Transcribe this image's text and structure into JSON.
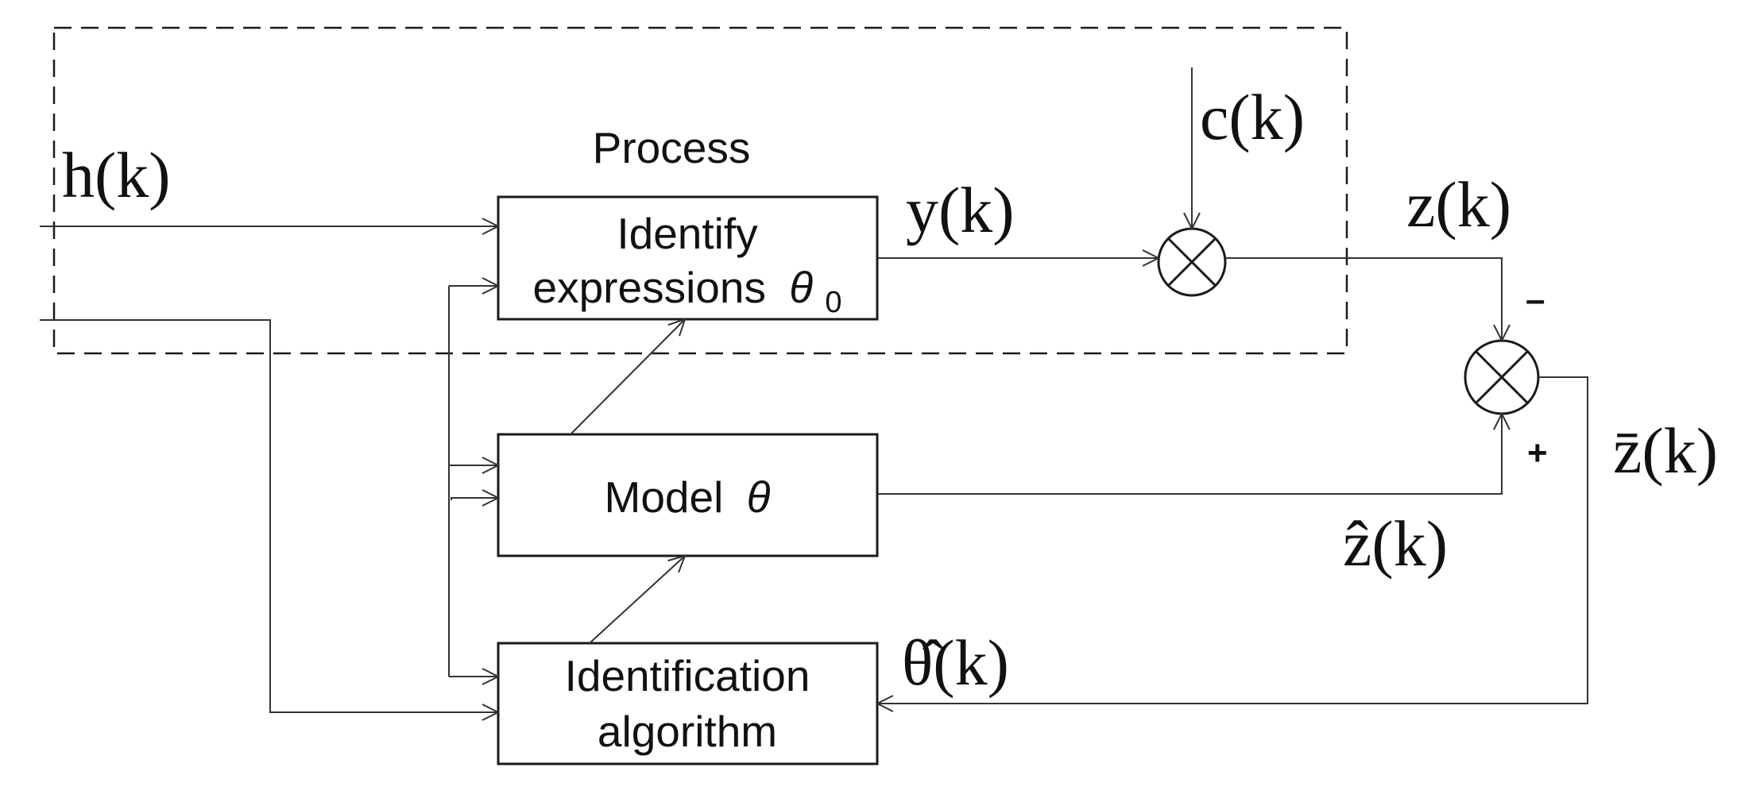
{
  "process_label": "Process",
  "blocks": {
    "identify": {
      "line1": "Identify",
      "line2": "expressions",
      "symbol": "θ",
      "subscript": "0"
    },
    "model": {
      "label": "Model",
      "symbol": "θ"
    },
    "algorithm": {
      "line1": "Identification",
      "line2": "algorithm"
    }
  },
  "signals": {
    "h": "h(k)",
    "y": "y(k)",
    "c": "c(k)",
    "z": "z(k)",
    "z_hat": "ẑ(k)",
    "z_bar": "z̄(k)",
    "theta_hat": "θ̂(k)"
  },
  "signs": {
    "minus": "–",
    "plus": "+"
  }
}
